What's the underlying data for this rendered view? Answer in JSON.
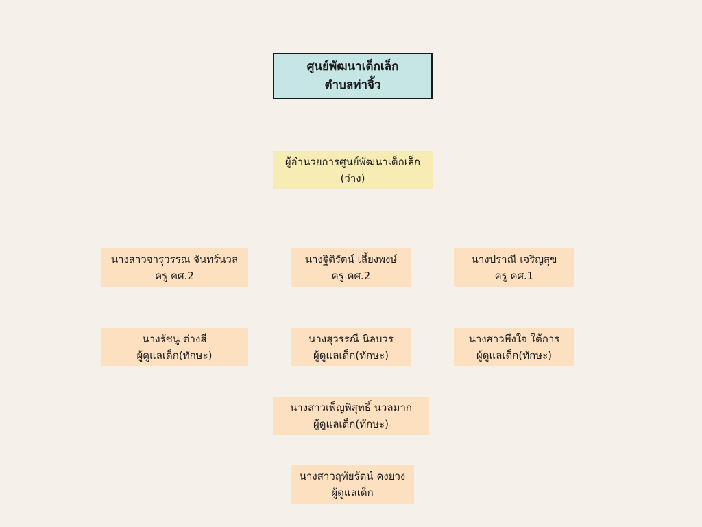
{
  "title": {
    "line1": "ศูนย์พัฒนาเด็กเล็ก",
    "line2": "ตำบลท่าจิ้ว"
  },
  "director": {
    "position": "ผู้อำนวยการศูนย์พัฒนาเด็กเล็ก",
    "name": "(ว่าง)"
  },
  "staff": [
    {
      "name": "นางสาวจารุวรรณ จันทร์นวล",
      "role": "ครู คศ.2"
    },
    {
      "name": "นางฐิติรัตน์ เลี้ยงพงษ์",
      "role": "ครู คศ.2"
    },
    {
      "name": "นางปราณี เจริญสุข",
      "role": "ครู คศ.1"
    },
    {
      "name": "นางรัชนู ต่างสี",
      "role": "ผู้ดูแลเด็ก(ทักษะ)"
    },
    {
      "name": "นางสุวรรณี นิลบวร",
      "role": "ผู้ดูแลเด็ก(ทักษะ)"
    },
    {
      "name": "นางสาวพึงใจ ใต้การ",
      "role": "ผู้ดูแลเด็ก(ทักษะ)"
    },
    {
      "name": "นางสาวเพ็ญพิสุทธิ์ นวลมาก",
      "role": "ผู้ดูแลเด็ก(ทักษะ)"
    },
    {
      "name": "นางสาวฤทัยรัตน์ คงยวง",
      "role": "ผู้ดูแลเด็ก"
    }
  ],
  "colors": {
    "background": "#f5f0ea",
    "title_fill": "#c5e6e4",
    "director_fill": "#f8ecb5",
    "staff_fill": "#fde0c0"
  }
}
